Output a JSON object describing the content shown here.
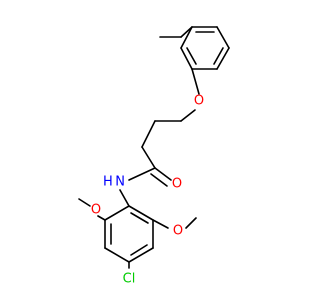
{
  "molecule": {
    "atom_labels": {
      "ether_oxygen": "O",
      "carbonyl_oxygen": "O",
      "amide_nitrogen": "H N",
      "chlorine": "Cl",
      "methoxy_oxygen_top": "O",
      "methoxy_oxygen_bottom": "O"
    },
    "colors": {
      "bond": "#000000",
      "oxygen": "#ff0000",
      "nitrogen": "#0000ff",
      "chlorine": "#00cc00"
    }
  }
}
